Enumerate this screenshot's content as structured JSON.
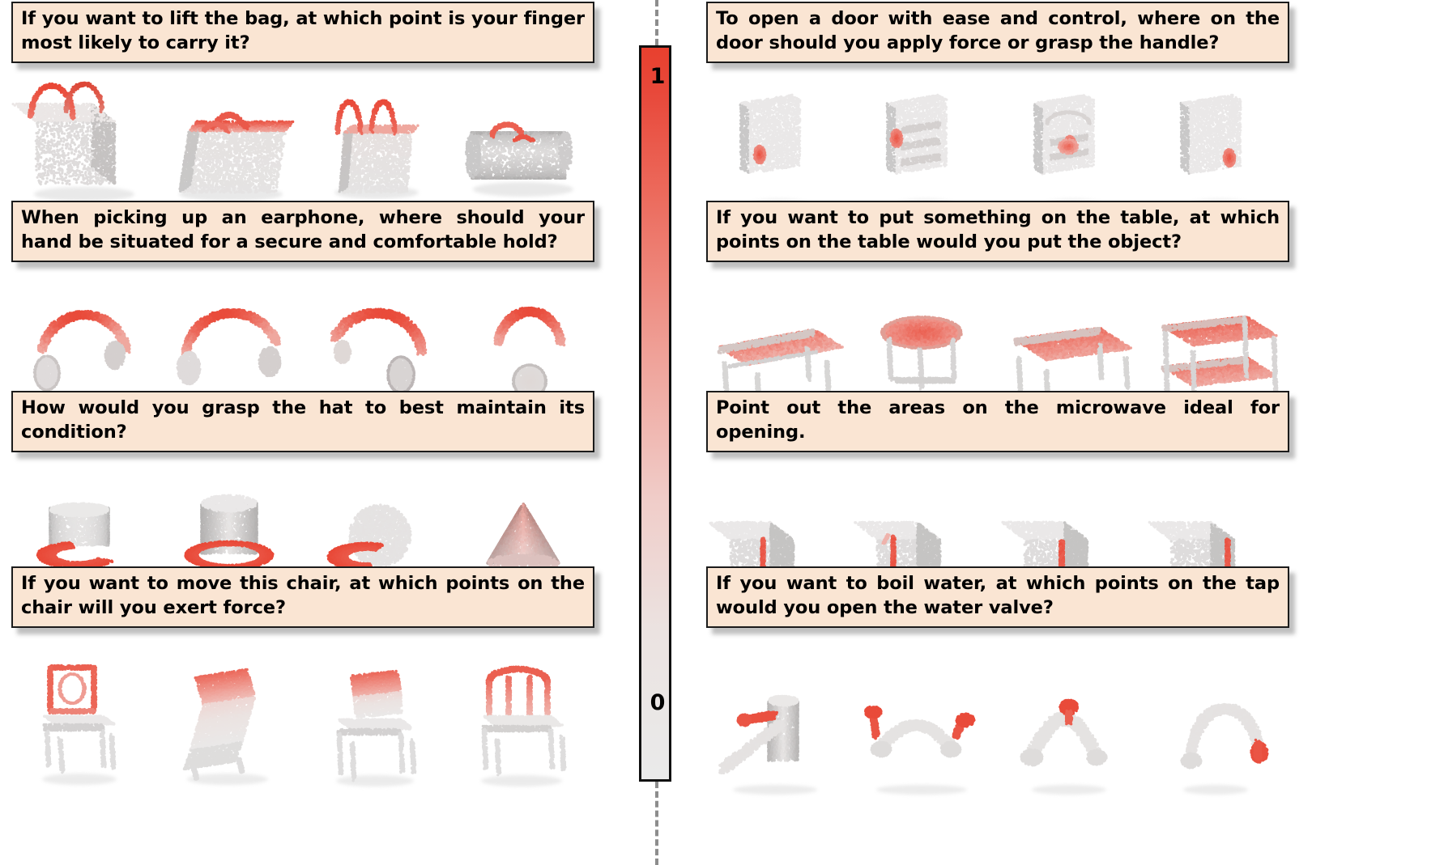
{
  "figure": {
    "type": "affordance-point-cloud-grid",
    "columns": 2,
    "shapes_per_question": 4
  },
  "colorbar": {
    "name": "affordance-score-colorbar",
    "max_label": "1",
    "min_label": "0",
    "orientation": "vertical",
    "high_color": "#e8402e",
    "low_color": "#eaeaea",
    "divider_style": "dashed",
    "divider_color": "#8d8d8d"
  },
  "left_column": {
    "blocks": [
      {
        "id": "bag",
        "object": "bag",
        "question": "If you want to lift the bag, at which point is your finger most likely to carry it?",
        "shapes": [
          "basket-bag",
          "handbag",
          "tote-bag",
          "duffel-bag"
        ]
      },
      {
        "id": "earphone",
        "object": "earphone",
        "question": "When picking up an earphone, where should your hand be situated for a secure and comfortable hold?",
        "shapes": [
          "headphone-side",
          "headphone-arch",
          "headphone-open",
          "headphone-front"
        ]
      },
      {
        "id": "hat",
        "object": "hat",
        "question": "How would you grasp the hat to best maintain its condition?",
        "shapes": [
          "cap",
          "top-hat",
          "baseball-cap",
          "cone-hat"
        ]
      },
      {
        "id": "chair",
        "object": "chair",
        "question": "If you want to move this chair, at which points on the chair will you exert force?",
        "shapes": [
          "chair-front",
          "chair-tilted",
          "chair-side",
          "armchair"
        ]
      }
    ]
  },
  "right_column": {
    "blocks": [
      {
        "id": "door",
        "object": "door",
        "question": "To open a door with ease and control, where on the door should you apply force or grasp the handle?",
        "shapes": [
          "plain-door",
          "panel-door",
          "arched-door",
          "slab-door"
        ]
      },
      {
        "id": "table",
        "object": "table",
        "question": "If you want to put something on the table, at which points on the table would you put the object?",
        "shapes": [
          "bench-table",
          "round-table",
          "coffee-table",
          "shelf-table"
        ]
      },
      {
        "id": "microwave",
        "object": "microwave",
        "question": "Point out the areas on the microwave ideal for opening.",
        "shapes": [
          "microwave-a",
          "microwave-b",
          "microwave-c",
          "microwave-d"
        ]
      },
      {
        "id": "faucet",
        "object": "tap",
        "question": "If you want to boil water, at which points on the tap would you open the water valve?",
        "shapes": [
          "single-lever-tap",
          "double-handle-tap",
          "arched-tap",
          "gooseneck-tap"
        ]
      }
    ]
  }
}
